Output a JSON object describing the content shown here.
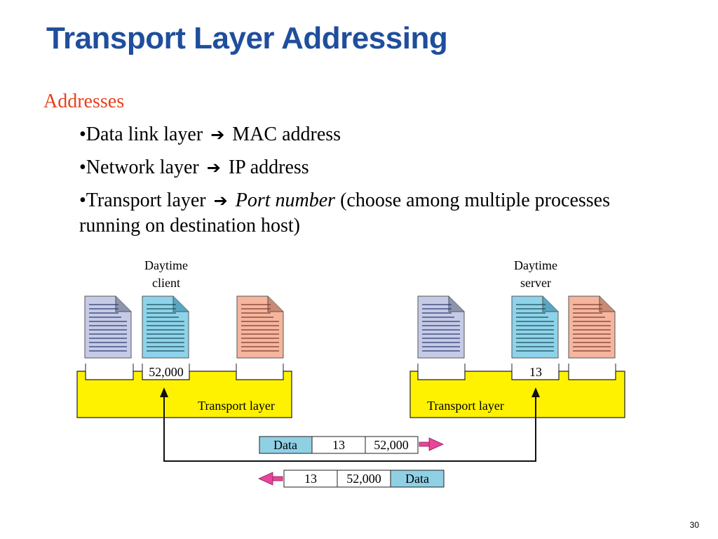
{
  "slide": {
    "title": "Transport Layer Addressing",
    "heading": "Addresses",
    "bullets": [
      {
        "prefix": "•Data link layer",
        "arrow": "➔",
        "rest": "MAC address"
      },
      {
        "prefix": "•Network layer",
        "arrow": "➔",
        "rest": "IP address"
      },
      {
        "prefix": "•Transport layer",
        "arrow": "➔",
        "emphasis": "Port number",
        "rest": " (choose among multiple processes running on destination host)"
      }
    ],
    "page_number": "30"
  },
  "diagram": {
    "client_label_line1": "Daytime",
    "client_label_line2": "client",
    "server_label_line1": "Daytime",
    "server_label_line2": "server",
    "client_port": "52,000",
    "server_port": "13",
    "transport_label_left": "Transport layer",
    "transport_label_right": "Transport layer",
    "packet_out": {
      "data": "Data",
      "dest_port": "13",
      "src_port": "52,000"
    },
    "packet_back": {
      "dest_port": "13",
      "src_port": "52,000",
      "data": "Data"
    },
    "colors": {
      "transport_box": "#fff200",
      "doc_purple": "#c5cbe6",
      "doc_cyan": "#8ed3e9",
      "doc_salmon": "#f5b59f",
      "data_cell": "#8fd0e5",
      "arrow_pink": "#e8449a",
      "title_blue": "#1f4e9c",
      "heading_red": "#e8401c"
    }
  }
}
